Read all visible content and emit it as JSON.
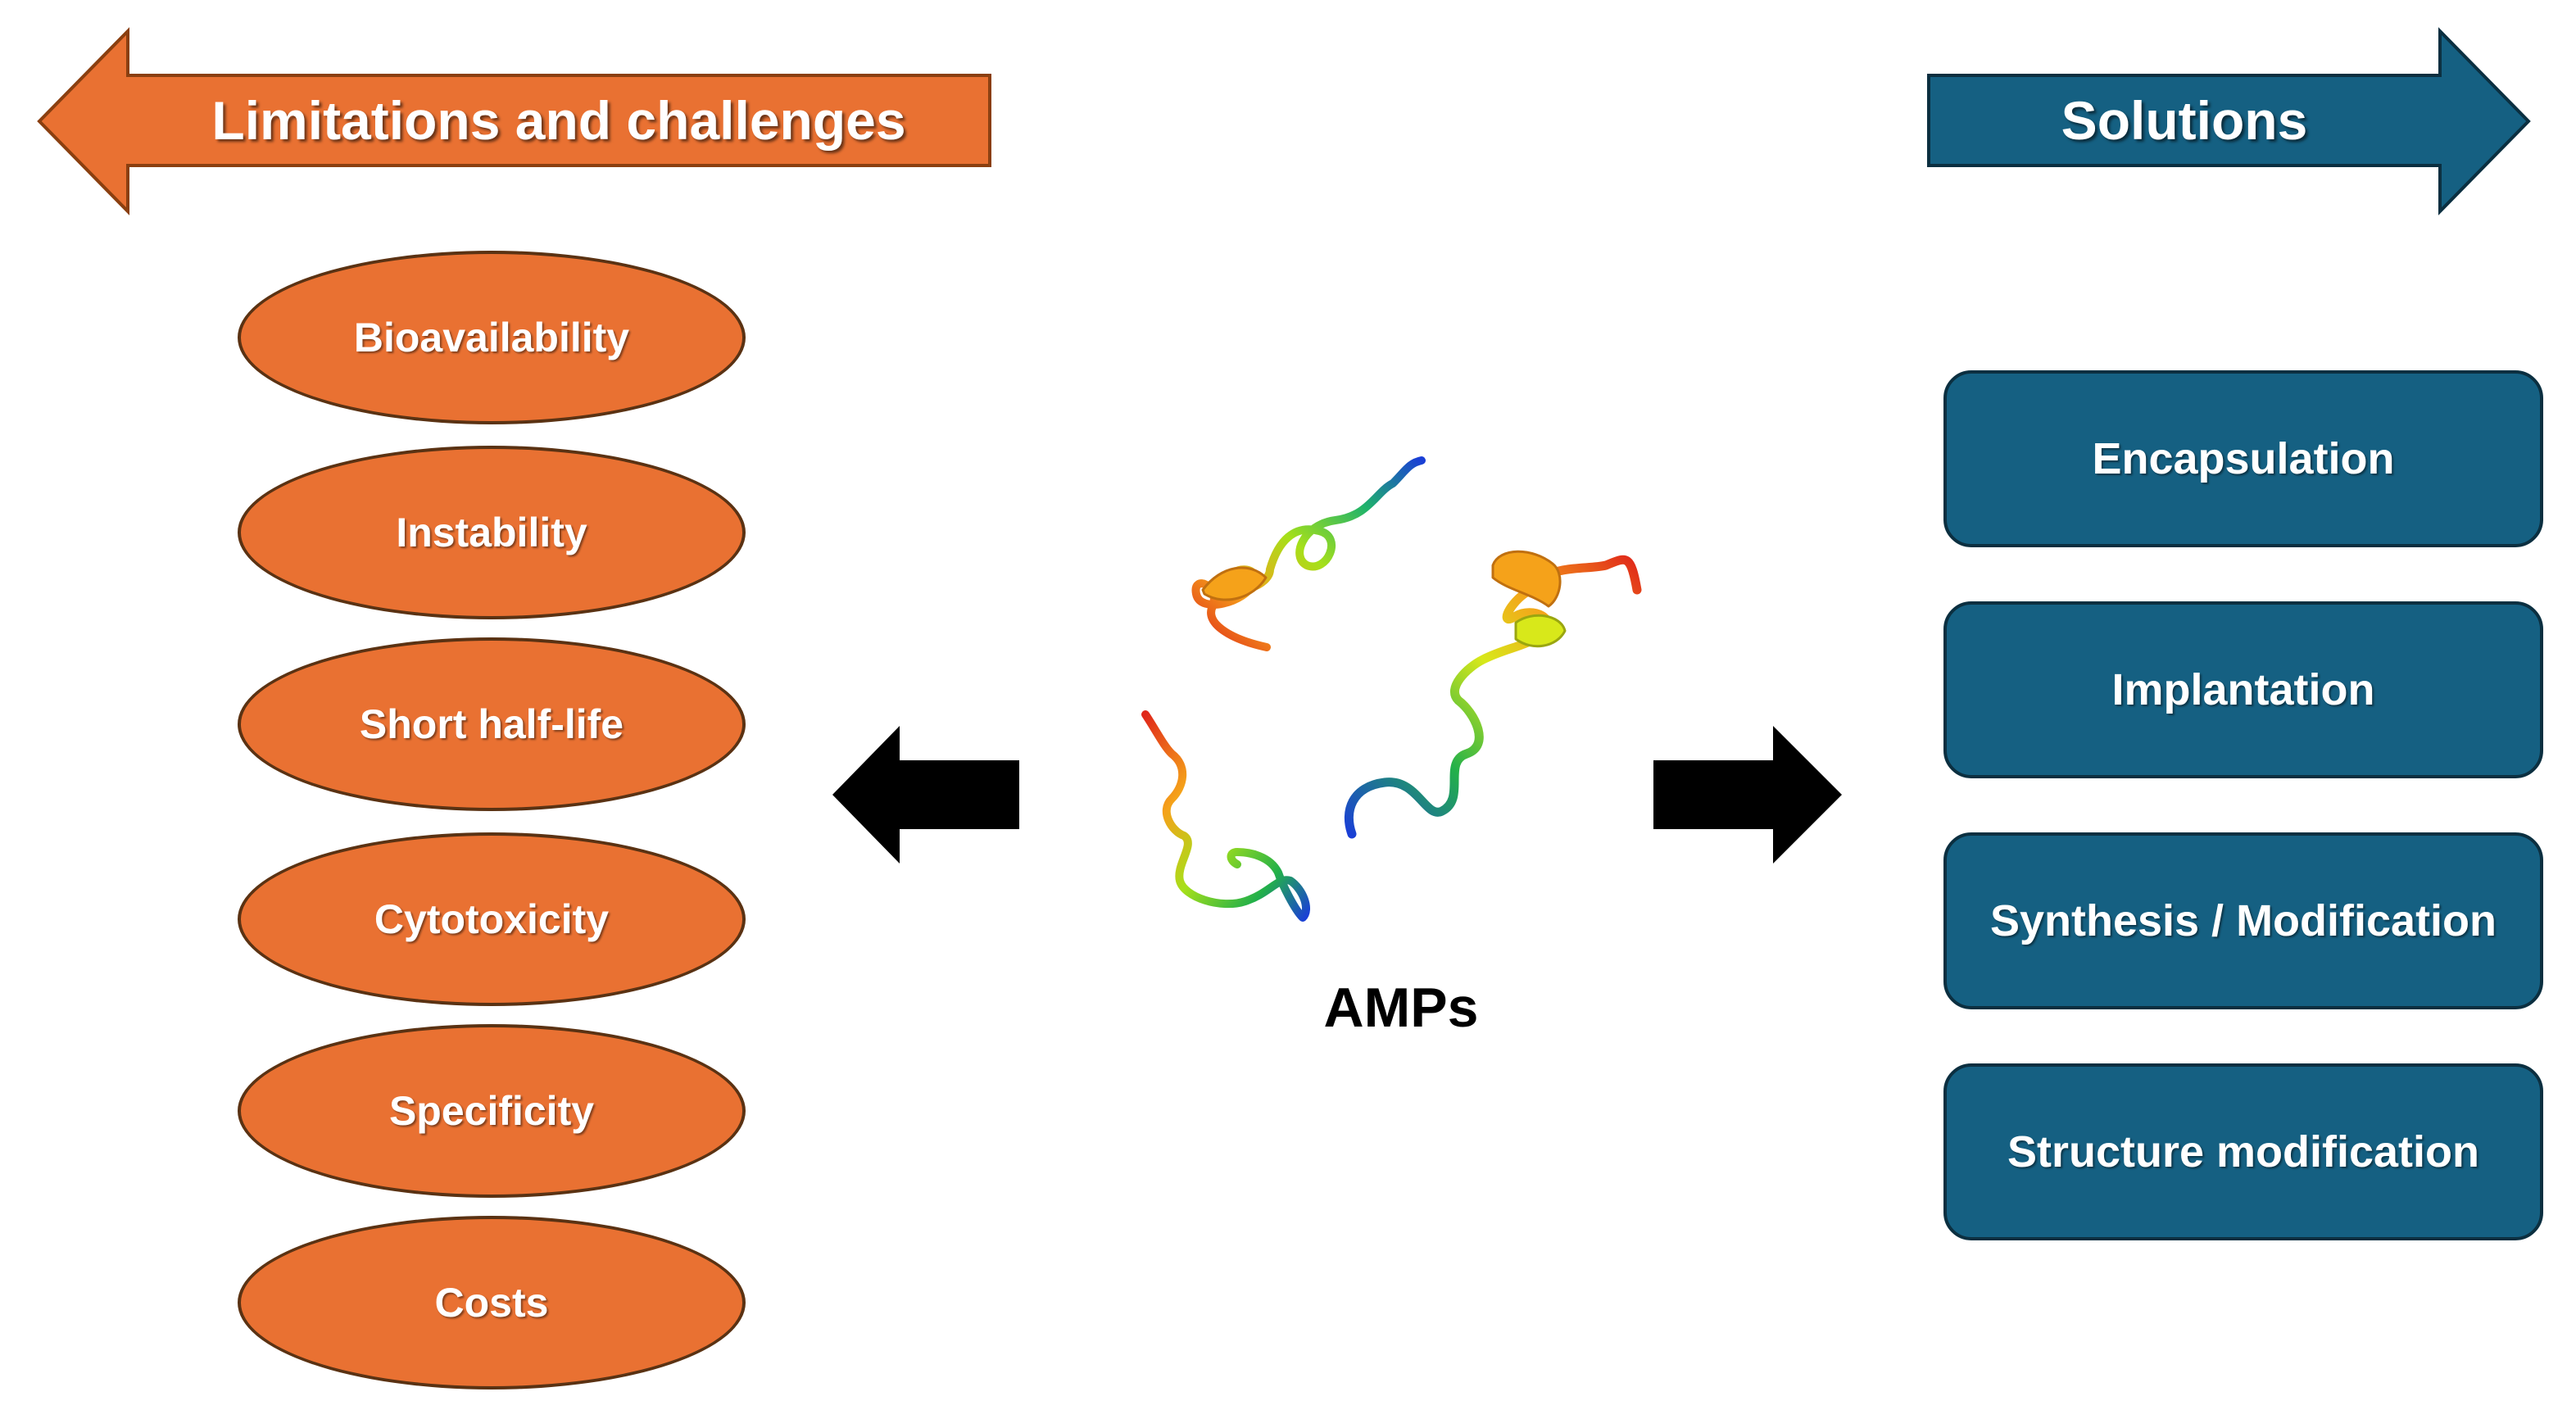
{
  "left_banner": {
    "label": "Limitations and challenges",
    "color": "#E97132"
  },
  "right_banner": {
    "label": "Solutions",
    "color": "#156082"
  },
  "limitations": [
    {
      "label": "Bioavailability"
    },
    {
      "label": "Instability"
    },
    {
      "label": "Short half-life"
    },
    {
      "label": "Cytotoxicity"
    },
    {
      "label": "Specificity"
    },
    {
      "label": "Costs"
    }
  ],
  "solutions": [
    {
      "label": "Encapsulation"
    },
    {
      "label": "Implantation"
    },
    {
      "label": "Synthesis / Modification"
    },
    {
      "label": "Structure modification"
    }
  ],
  "center": {
    "label": "AMPs",
    "icon": "peptide-structures-icon"
  }
}
